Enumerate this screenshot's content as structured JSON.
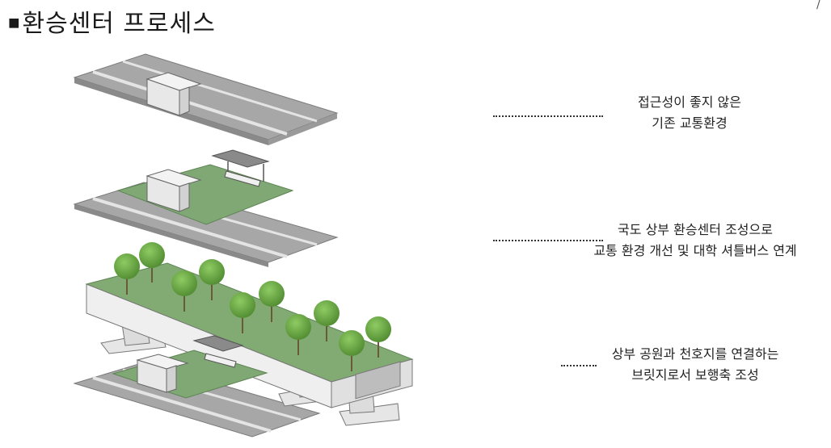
{
  "title": {
    "marker": "■",
    "text": "환승센터 프로세스"
  },
  "corner_mark": "/",
  "annotations": [
    {
      "lines": [
        "접근성이 좋지 않은",
        "기존 교통환경"
      ]
    },
    {
      "lines": [
        "국도 상부 환승센터 조성으로",
        "교통 환경 개선 및 대학 셔틀버스 연계"
      ]
    },
    {
      "lines": [
        "상부 공원과 천호지를 연결하는",
        "브릿지로서 보행축 조성"
      ]
    }
  ],
  "colors": {
    "road": "#a8a8a8",
    "road_dark": "#8f8f8f",
    "lane": "#e6e6e6",
    "park": "#7fa874",
    "park_dark": "#6f9966",
    "structure": "#ececec",
    "tree": "#5f9c3c"
  }
}
